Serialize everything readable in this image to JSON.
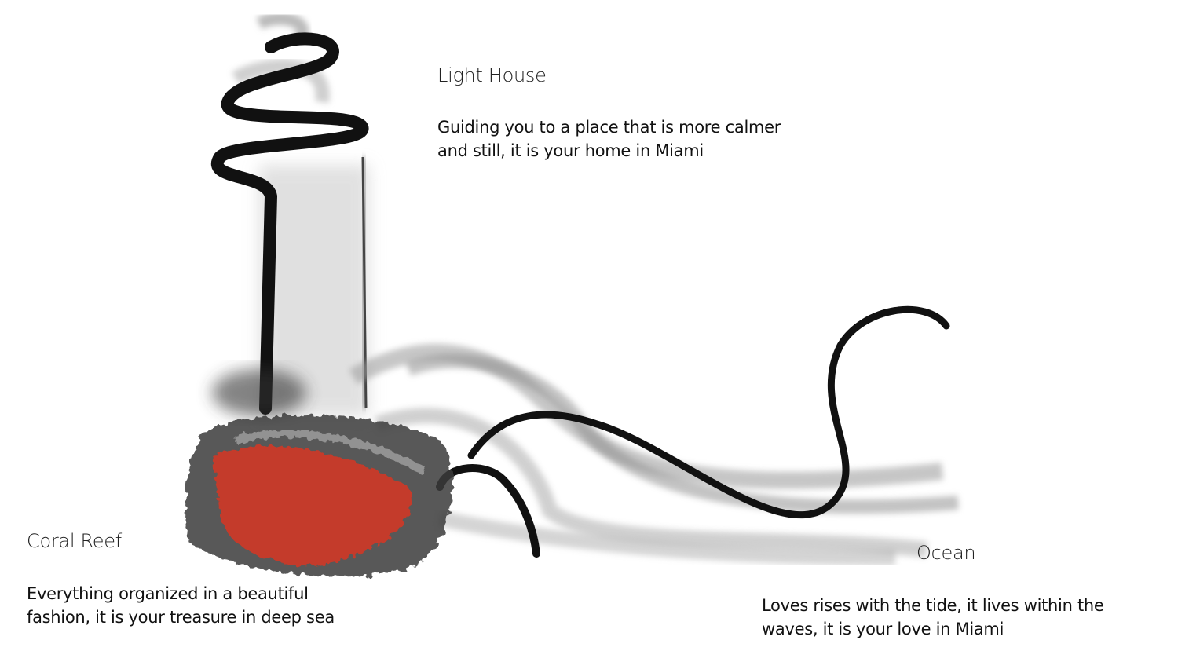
{
  "lighthouse": {
    "title": "Light House",
    "lines": [
      "Guiding you to a place that is more calmer",
      "and still, it is your home in Miami"
    ]
  },
  "coral_reef": {
    "title": "Coral Reef",
    "lines": [
      "Everything organized in a beautiful",
      "fashion, it is your treasure in deep sea"
    ]
  },
  "ocean": {
    "title": "Ocean",
    "lines": [
      "Loves rises with the tide, it lives within the",
      "waves, it is your love in Miami"
    ]
  },
  "colors": {
    "ink": "#111111",
    "wash": "#9a9a9a",
    "coral": "#e8321a"
  }
}
